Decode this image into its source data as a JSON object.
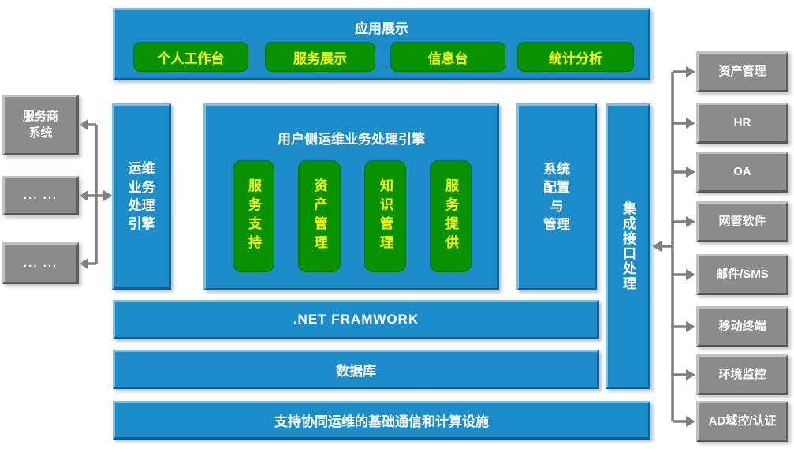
{
  "app_display": {
    "title": "应用展示",
    "buttons": [
      {
        "label": "个人工作台"
      },
      {
        "label": "服务展示"
      },
      {
        "label": "信息台"
      },
      {
        "label": "统计分析"
      }
    ]
  },
  "left_systems": [
    {
      "label": "服务商\n系统"
    },
    {
      "label": "... ..."
    },
    {
      "label": "... ..."
    }
  ],
  "ops_engine": {
    "label": "运维\n业务\n处理\n引擎"
  },
  "user_engine": {
    "title": "用户侧运维业务处理引擎",
    "modules": [
      {
        "label": "服务支持"
      },
      {
        "label": "资产管理"
      },
      {
        "label": "知识管理"
      },
      {
        "label": "服务提供"
      }
    ]
  },
  "sys_config": {
    "label": "系统\n配置\n与\n管理"
  },
  "integration": {
    "label": "集成接口处理"
  },
  "layers": [
    {
      "label": ".NET FRAMWORK"
    },
    {
      "label": "数据库"
    }
  ],
  "foundation": {
    "label": "支持协同运维的基础通信和计算设施"
  },
  "right_systems": [
    {
      "label": "资产管理"
    },
    {
      "label": "HR"
    },
    {
      "label": "OA"
    },
    {
      "label": "网管软件"
    },
    {
      "label": "邮件/SMS"
    },
    {
      "label": "移动终端"
    },
    {
      "label": "环境监控"
    },
    {
      "label": "AD域控/认证"
    }
  ],
  "colors": {
    "panel_blue": "#1d8dc9",
    "module_green": "#089200",
    "module_text_yellow": "#ffff00",
    "box_gray": "#8b8b8b",
    "arrow_gray": "#7f7f7f",
    "panel_text": "#ffffff"
  }
}
